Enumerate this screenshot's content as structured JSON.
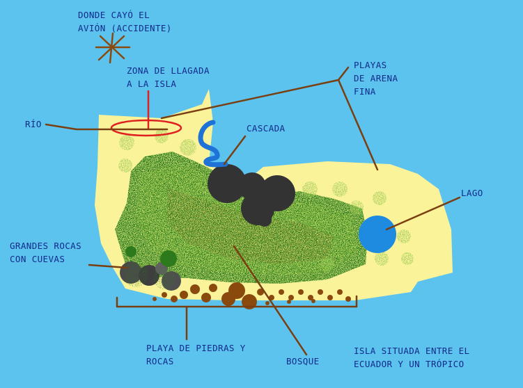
{
  "labels": {
    "crash_site": [
      "DONDE CAYÓ EL",
      "AVIÓN (ACCIDENTE)"
    ],
    "arrival_zone": [
      "ZONA DE LLAGADA",
      "A LA ISLA"
    ],
    "beaches": [
      "PLAYAS",
      "DE ARENA",
      "FINA"
    ],
    "river": "RÍO",
    "waterfall": "CASCADA",
    "lake": "LAGO",
    "rocks_caves": [
      "GRANDES ROCAS",
      "CON CUEVAS"
    ],
    "stone_beach": [
      "PLAYA DE PIEDRAS Y",
      "ROCAS"
    ],
    "forest": "BOSQUE",
    "location_note": [
      "ISLA SITUADA ENTRE EL",
      "ECUADOR Y UN TRÓPICO"
    ]
  },
  "colors": {
    "sea": "#5bc3ee",
    "sand": "#fbf39a",
    "forest_dark": "#2d7a1c",
    "forest_mid": "#4fa12b",
    "forest_light": "#8cc63e",
    "soil": "#a0621e",
    "rock": "#3a3a3a",
    "lake": "#1e8be0",
    "waterfall": "#1f73d6",
    "leader_lines": "#7a3f10",
    "arrival_marker": "#e02020",
    "text": "#112a8a"
  },
  "icons": {
    "crash_site": "star-burst-icon",
    "arrival_zone": "ellipse-marker"
  }
}
